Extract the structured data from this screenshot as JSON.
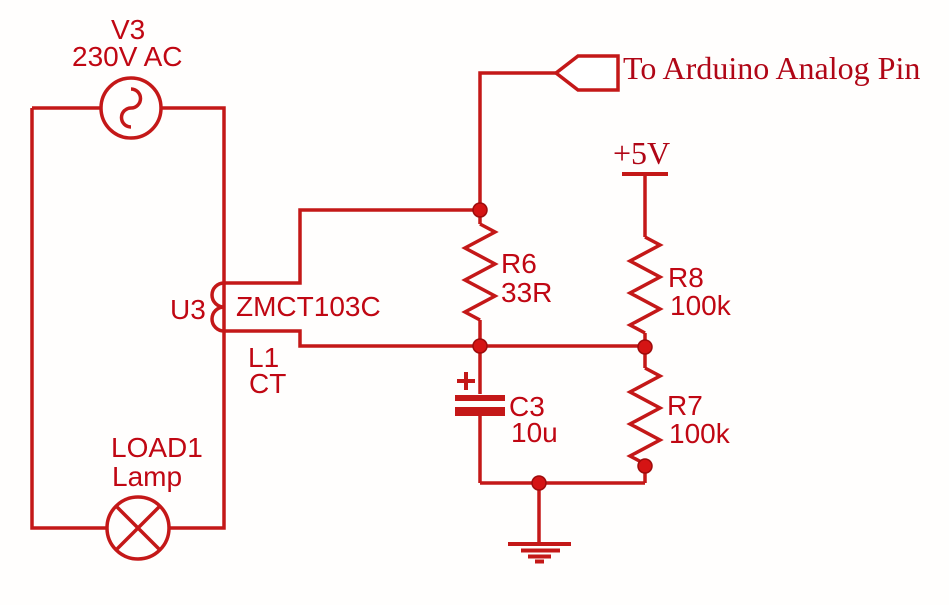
{
  "schematic": {
    "net_label": "To Arduino Analog Pin",
    "power_label": "+5V",
    "source": {
      "ref": "V3",
      "value": "230V AC"
    },
    "transformer": {
      "ref": "U3",
      "part": "ZMCT103C",
      "secondary_ref": "L1",
      "secondary_type": "CT"
    },
    "load": {
      "ref": "LOAD1",
      "value": "Lamp"
    },
    "resistors": [
      {
        "ref": "R6",
        "value": "33R"
      },
      {
        "ref": "R8",
        "value": "100k"
      },
      {
        "ref": "R7",
        "value": "100k"
      }
    ],
    "capacitor": {
      "ref": "C3",
      "value": "10u"
    },
    "colors": {
      "wire": "#c41818",
      "junction_dot": "#d51414",
      "component_label": "#c00713",
      "annotation_text": "#b00616",
      "background": "#ffffff"
    }
  }
}
